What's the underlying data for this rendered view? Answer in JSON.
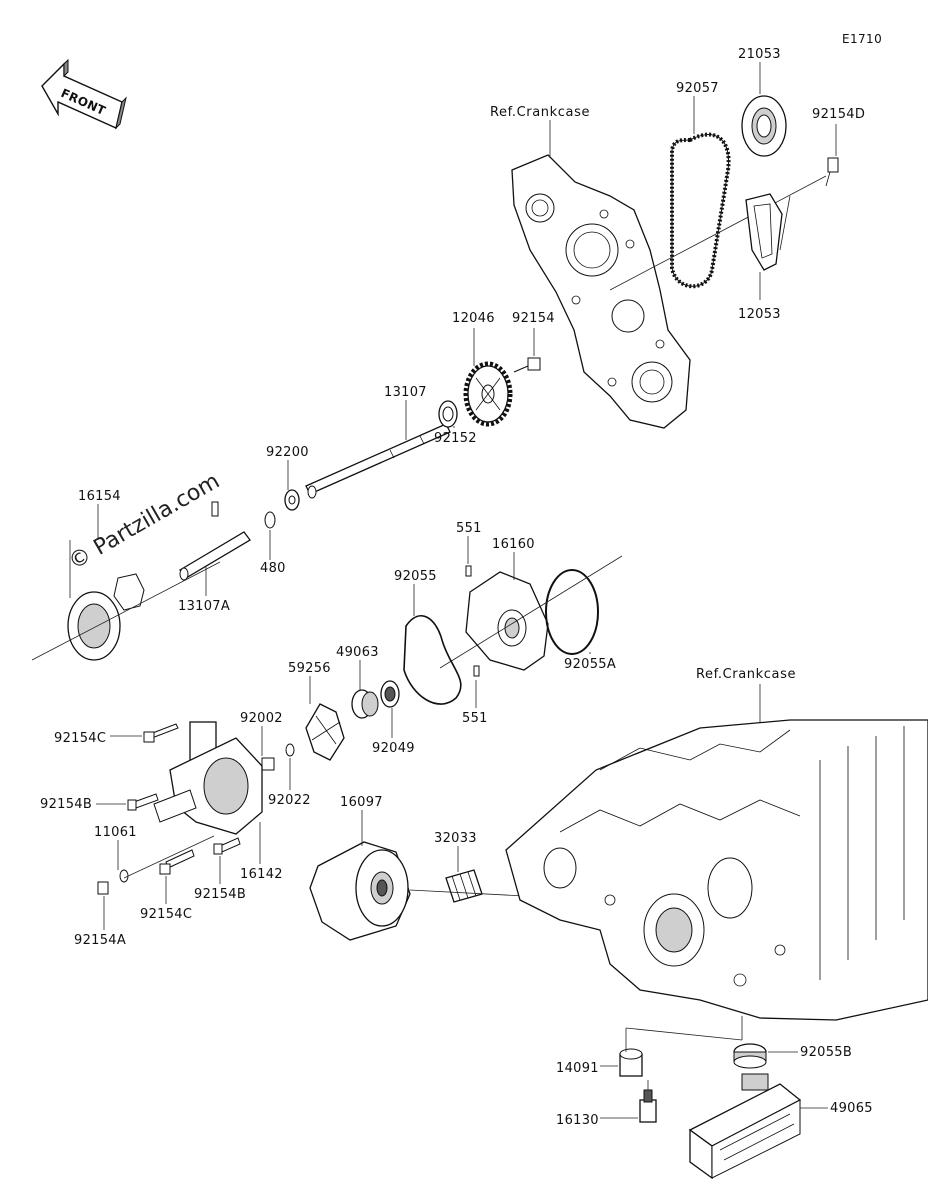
{
  "diagram": {
    "code": "E1710",
    "watermark": "© Partzilla.com",
    "front_label": "FRONT",
    "refs": [
      "Ref.Crankcase",
      "Ref.Crankcase"
    ],
    "labels": {
      "p21053": "21053",
      "p92057": "92057",
      "p92154D": "92154D",
      "p12053": "12053",
      "p12046": "12046",
      "p92154": "92154",
      "p13107": "13107",
      "p92152": "92152",
      "p92200": "92200",
      "p16154": "16154",
      "p13107A": "13107A",
      "p480": "480",
      "p551a": "551",
      "p16160": "16160",
      "p92055": "92055",
      "p92055A": "92055A",
      "p551b": "551",
      "p59256": "59256",
      "p49063": "49063",
      "p92049": "92049",
      "p92002": "92002",
      "p92022": "92022",
      "p92154C_top": "92154C",
      "p92154B_top": "92154B",
      "p11061": "11061",
      "p16142": "16142",
      "p92154B_bot": "92154B",
      "p92154C_bot": "92154C",
      "p92154A": "92154A",
      "p16097": "16097",
      "p32033": "32033",
      "p14091": "14091",
      "p92055B": "92055B",
      "p16130": "16130",
      "p49065": "49065"
    }
  }
}
